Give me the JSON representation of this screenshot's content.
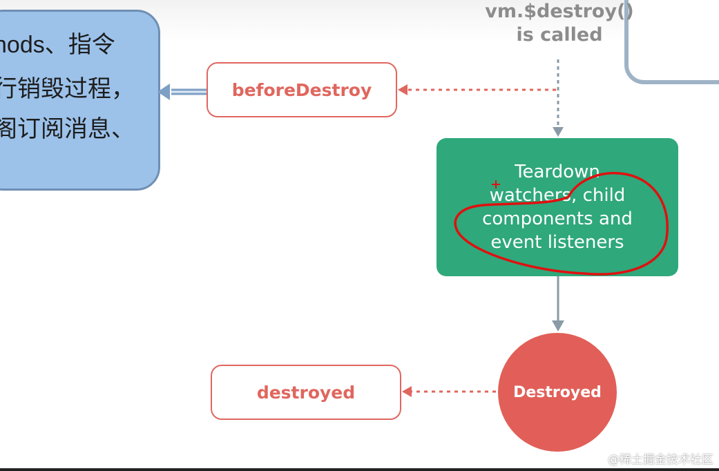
{
  "colors": {
    "hook_red": "#e0665e",
    "process_green": "#2fa87b",
    "state_red": "#e15f58",
    "info_blue": "#9cc2ea",
    "connector_gray": "#8a9aa6",
    "annotation_red": "#e01010"
  },
  "info_box": {
    "lines": [
      "hods、指令",
      "行销毁过程，",
      "阁订阅消息、"
    ]
  },
  "trigger": {
    "line1": "vm.$destroy()",
    "line2": "is called"
  },
  "hooks": {
    "before_destroy": "beforeDestroy",
    "destroyed": "destroyed"
  },
  "process": {
    "lines": [
      "Teardown",
      "watchers, child",
      "components and",
      "event listeners"
    ]
  },
  "state": {
    "label": "Destroyed"
  },
  "watermark": "@稀土掘金技术社区"
}
